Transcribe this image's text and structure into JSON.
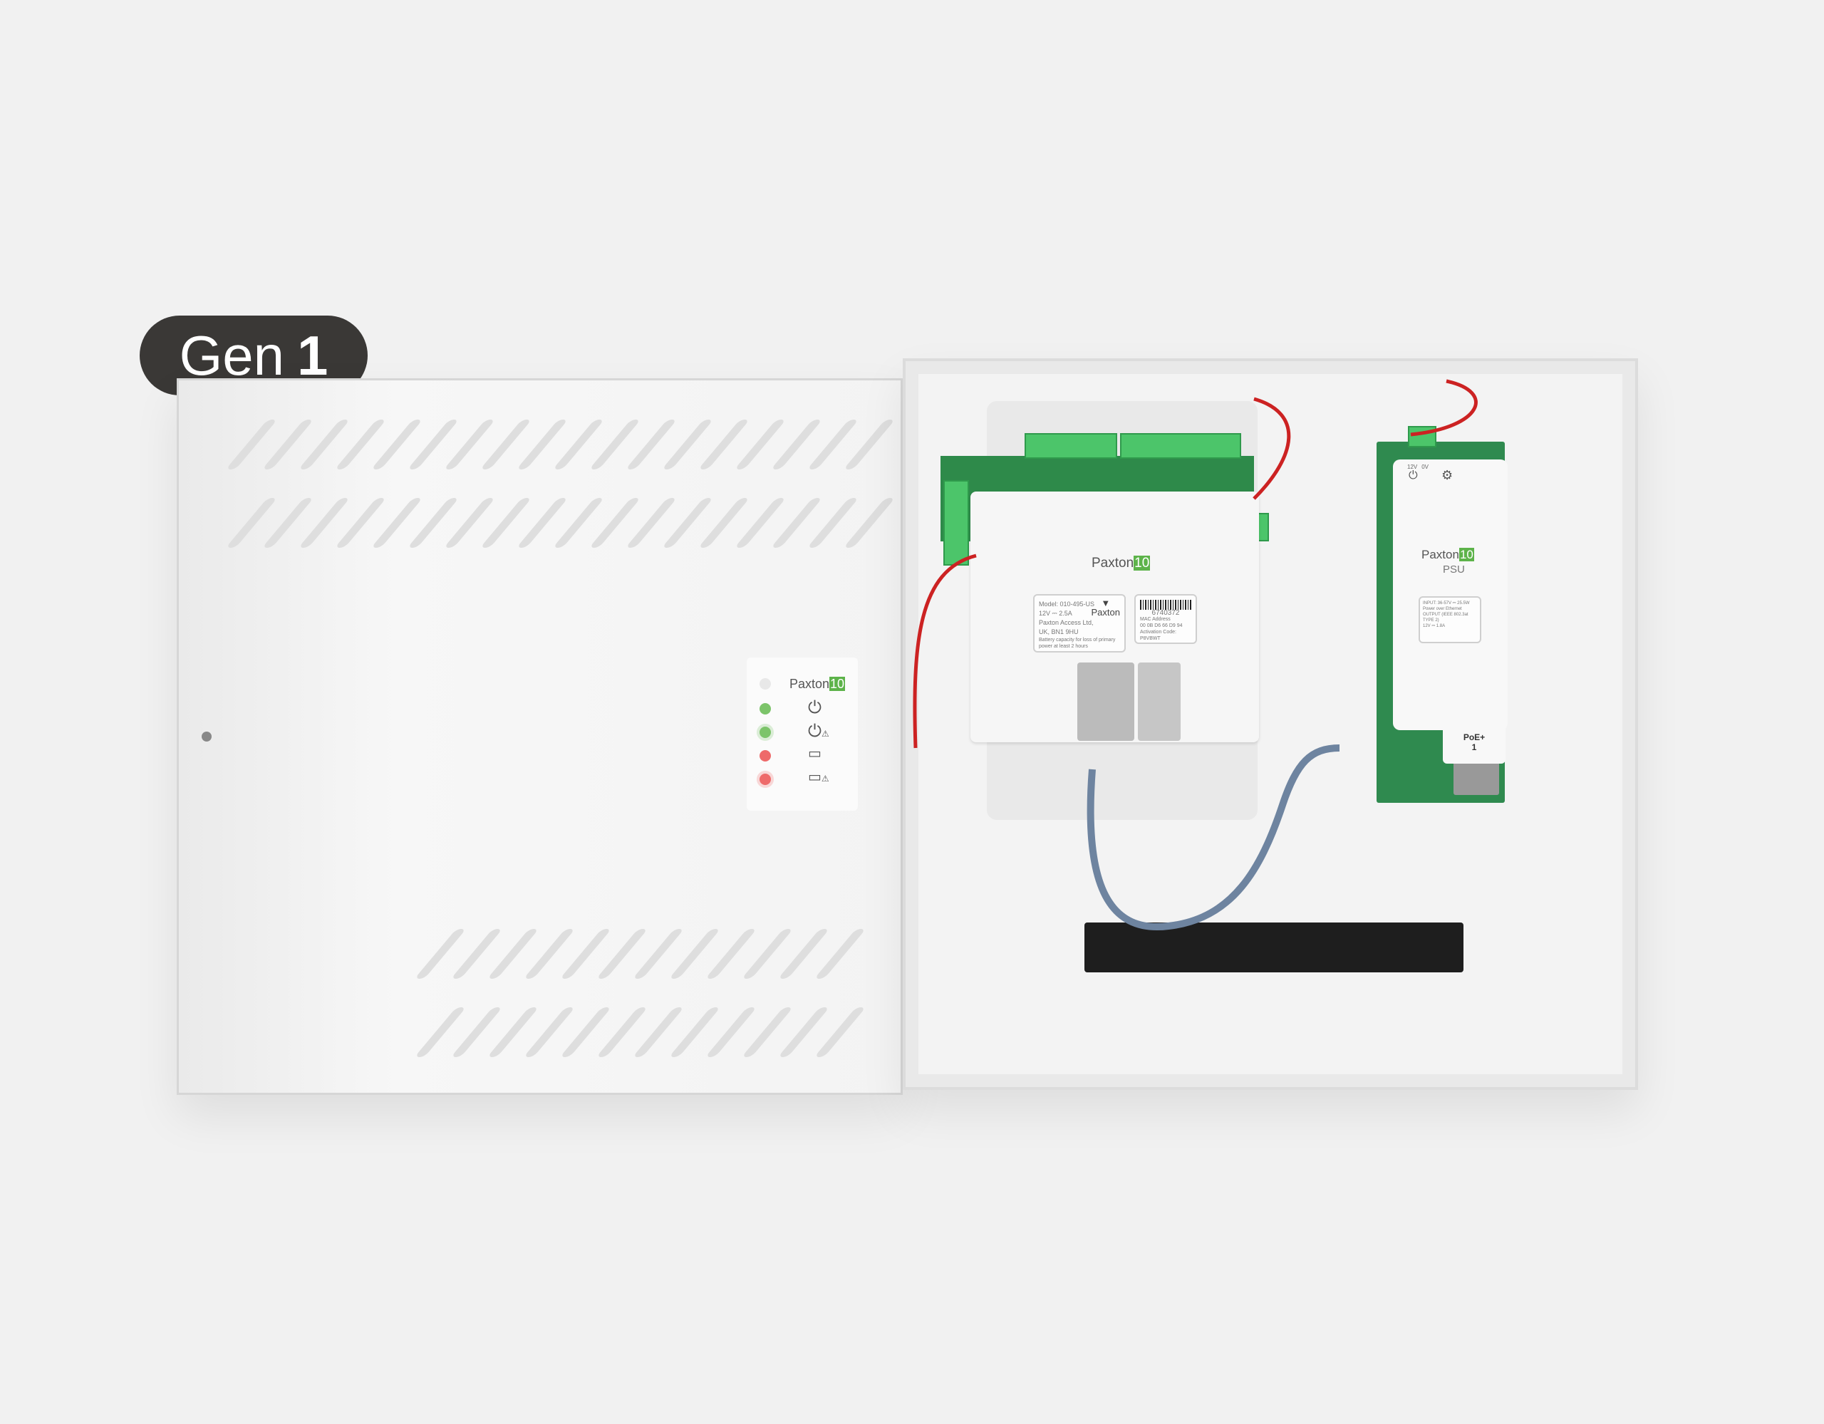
{
  "badge": {
    "prefix": "Gen",
    "number": "1"
  },
  "door_panel": {
    "brand": "Paxton",
    "brand_badge": "10",
    "indicators": [
      {
        "icon": "power-icon",
        "led_color": "#7cc46a",
        "blink": false
      },
      {
        "icon": "power-warning-icon",
        "led_color": "#7cc46a",
        "blink": true
      },
      {
        "icon": "battery-icon",
        "led_color": "#ee6a6a",
        "blink": false
      },
      {
        "icon": "battery-warning-icon",
        "led_color": "#ee6a6a",
        "blink": true
      }
    ]
  },
  "controller": {
    "brand": "Paxton",
    "brand_badge": "10",
    "rating_label": {
      "model": "Model: 010-495-US",
      "power": "12V ⎓ 2.5A",
      "company": "Paxton Access Ltd,",
      "address": "UK, BN1 9HU",
      "battery": "Battery capacity for loss of primary power at least 2 hours",
      "logo": "Paxton"
    },
    "id_label": {
      "serial": "6740372",
      "mac_label": "MAC Address",
      "mac": "00 0B D6 66 D9 94",
      "activation": "Activation Code: P8VBWT"
    }
  },
  "psu": {
    "brand": "Paxton",
    "brand_badge": "10",
    "subtitle": "PSU",
    "terminal_labels": [
      "12V",
      "0V"
    ],
    "spec": {
      "input": "INPUT: 36-57V ⎓ 25.5W",
      "input2": "Power over Ethernet",
      "output": "OUTPUT (IEEE 802.3at TYPE 2)",
      "output2": "12V ⎓ 1.8A"
    },
    "port_label": "PoE+",
    "port_number": "1"
  },
  "colors": {
    "brand_green": "#5db34a",
    "badge_bg": "#3a3836"
  }
}
